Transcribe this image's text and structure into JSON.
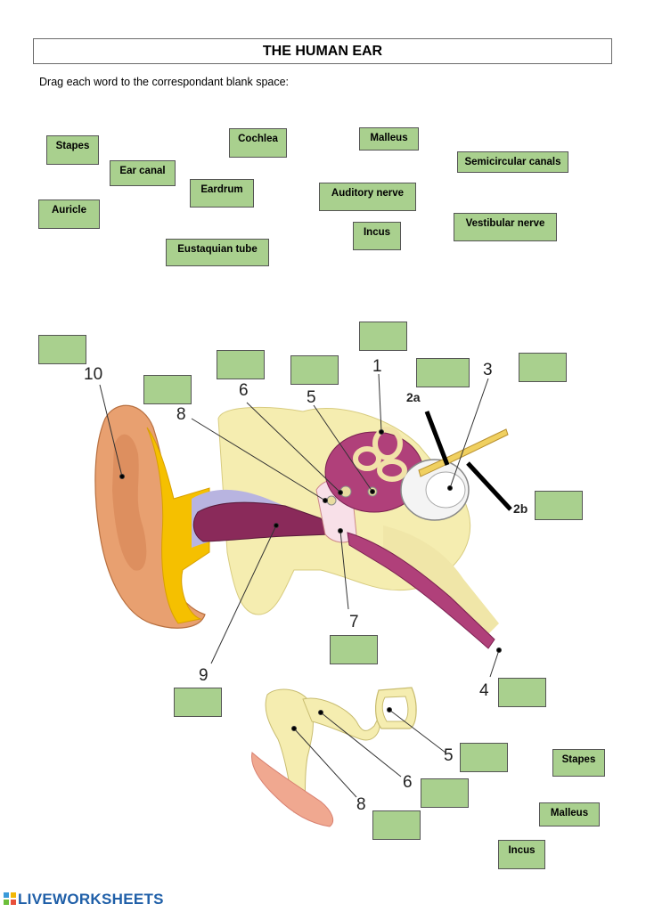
{
  "title": "THE HUMAN EAR",
  "instruction": "Drag each word to the correspondant blank space:",
  "words": [
    {
      "id": "stapes",
      "label": "Stapes"
    },
    {
      "id": "ear-canal",
      "label": "Ear canal"
    },
    {
      "id": "auricle",
      "label": "Auricle"
    },
    {
      "id": "cochlea",
      "label": "Cochlea"
    },
    {
      "id": "eardrum",
      "label": "Eardrum"
    },
    {
      "id": "eustaquian-tube",
      "label": "Eustaquian tube"
    },
    {
      "id": "malleus",
      "label": "Malleus"
    },
    {
      "id": "auditory-nerve",
      "label": "Auditory nerve"
    },
    {
      "id": "incus",
      "label": "Incus"
    },
    {
      "id": "semicircular-canals",
      "label": "Semicircular canals"
    },
    {
      "id": "vestibular-nerve",
      "label": "Vestibular nerve"
    },
    {
      "id": "stapes-2",
      "label": "Stapes"
    },
    {
      "id": "malleus-2",
      "label": "Malleus"
    },
    {
      "id": "incus-2",
      "label": "Incus"
    }
  ],
  "numbers": [
    "10",
    "6",
    "8",
    "5",
    "1",
    "2a",
    "3",
    "2b",
    "7",
    "9",
    "4",
    "5",
    "6",
    "8"
  ],
  "logo": "LIVEWORKSHEETS",
  "colors": {
    "answer_box": "#a9d08e",
    "auricle": "#e8a070",
    "cartilage": "#f5c000",
    "canal": "#8a2a5a",
    "bone": "#f5edb0",
    "inner": "#b0407a"
  }
}
